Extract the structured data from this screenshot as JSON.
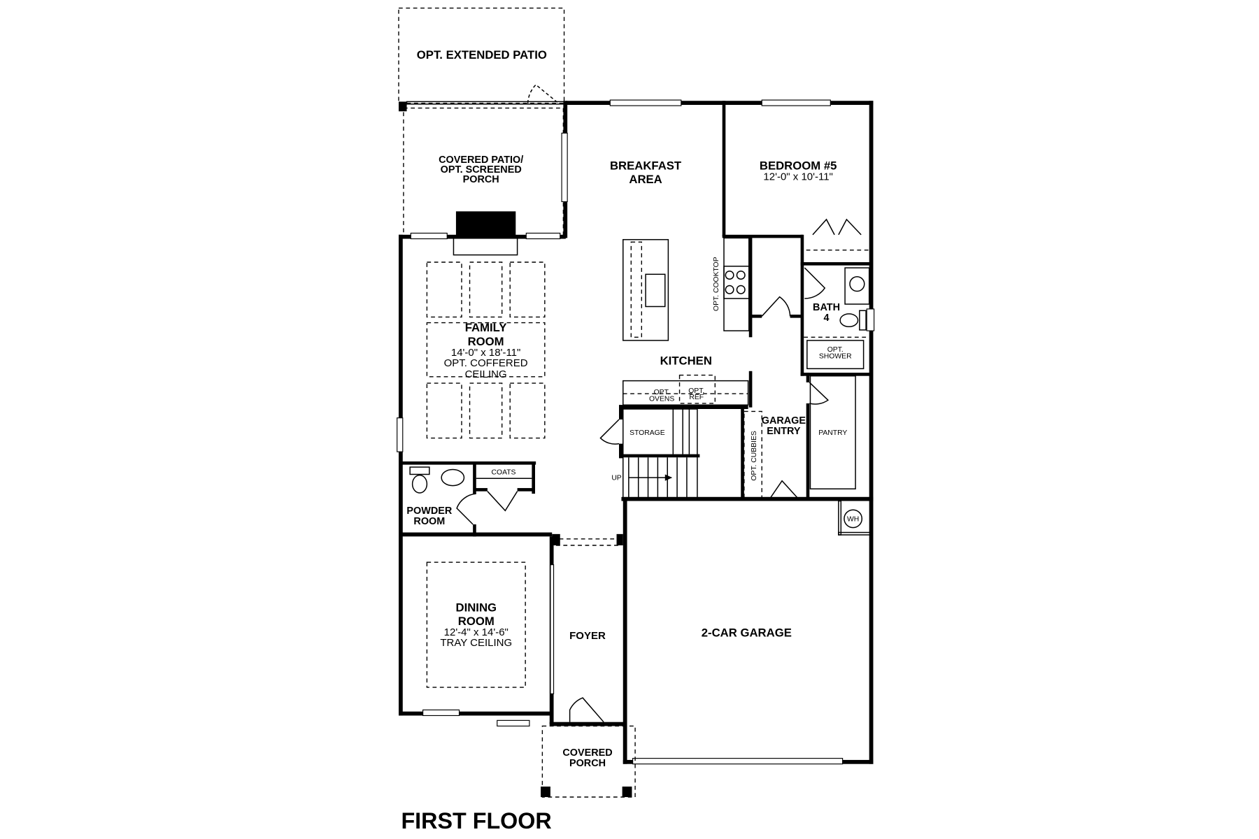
{
  "title": "FIRST FLOOR",
  "rooms": {
    "extended_patio": "OPT. EXTENDED PATIO",
    "covered_patio": [
      "COVERED PATIO/",
      "OPT. SCREENED",
      "PORCH"
    ],
    "breakfast": [
      "BREAKFAST",
      "AREA"
    ],
    "bedroom5": {
      "name": "BEDROOM #5",
      "dims": "12'-0\" x 10'-11\""
    },
    "family": {
      "name": [
        "FAMILY",
        "ROOM"
      ],
      "dims": "14'-0\" x 18'-11\"",
      "note": [
        "OPT. COFFERED",
        "CEILING"
      ]
    },
    "kitchen": "KITCHEN",
    "cooktop": "OPT. COOKTOP",
    "bath4": [
      "BATH",
      "4"
    ],
    "shower": [
      "OPT.",
      "SHOWER"
    ],
    "ovens": [
      "OPT.",
      "OVENS"
    ],
    "ref": [
      "OPT.",
      "REF"
    ],
    "storage": "STORAGE",
    "up": "UP",
    "cubbies": "OPT. CUBBIES",
    "garage_entry": [
      "GARAGE",
      "ENTRY"
    ],
    "pantry": "PANTRY",
    "coats": "COATS",
    "powder": [
      "POWDER",
      "ROOM"
    ],
    "wh": "WH",
    "dining": {
      "name": [
        "DINING",
        "ROOM"
      ],
      "dims": "12'-4\" x 14'-6\"",
      "note": "TRAY CEILING"
    },
    "foyer": "FOYER",
    "garage": "2-CAR GARAGE",
    "covered_porch": [
      "COVERED",
      "PORCH"
    ]
  }
}
